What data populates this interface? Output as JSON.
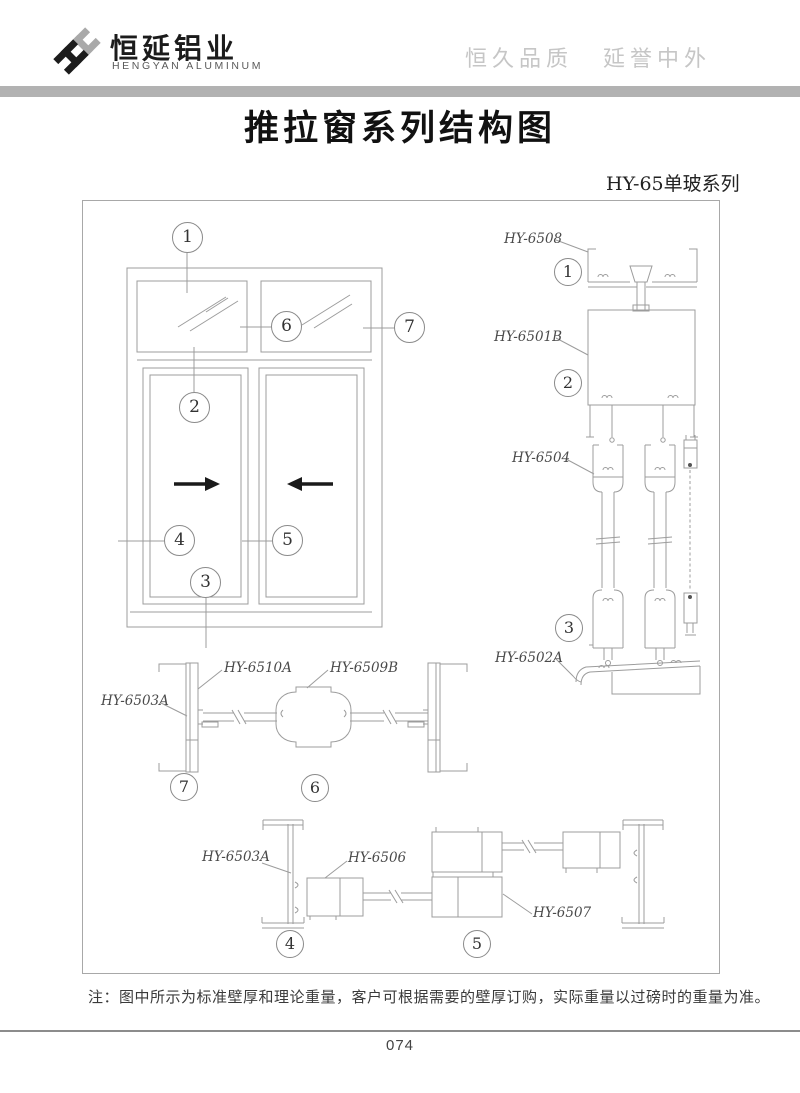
{
  "header": {
    "brand_cn": "恒延铝业",
    "brand_en": "HENGYAN ALUMINUM",
    "slogan_left": "恒久品质",
    "slogan_right": "延誉中外"
  },
  "title": "推拉窗系列结构图",
  "series_subtitle": "HY-65单玻系列",
  "circles": {
    "n1": "1",
    "n2": "2",
    "n3": "3",
    "n4": "4",
    "n5": "5",
    "n6": "6",
    "n7": "7"
  },
  "labels": {
    "hy6508": "HY-6508",
    "hy6501b": "HY-6501B",
    "hy6504": "HY-6504",
    "hy6502a": "HY-6502A",
    "hy6510a": "HY-6510A",
    "hy6509b": "HY-6509B",
    "hy6503a": "HY-6503A",
    "hy6506": "HY-6506",
    "hy6507": "HY-6507"
  },
  "note": "注：图中所示为标准壁厚和理论重量，客户可根据需要的壁厚订购，实际重量以过磅时的重量为准。",
  "page_number": "074",
  "colors": {
    "header_band": "#b2b2b2",
    "drawing_line": "#9c9c9c",
    "arrow": "#1a1a1a",
    "slogan_text": "#c6c6c6"
  }
}
